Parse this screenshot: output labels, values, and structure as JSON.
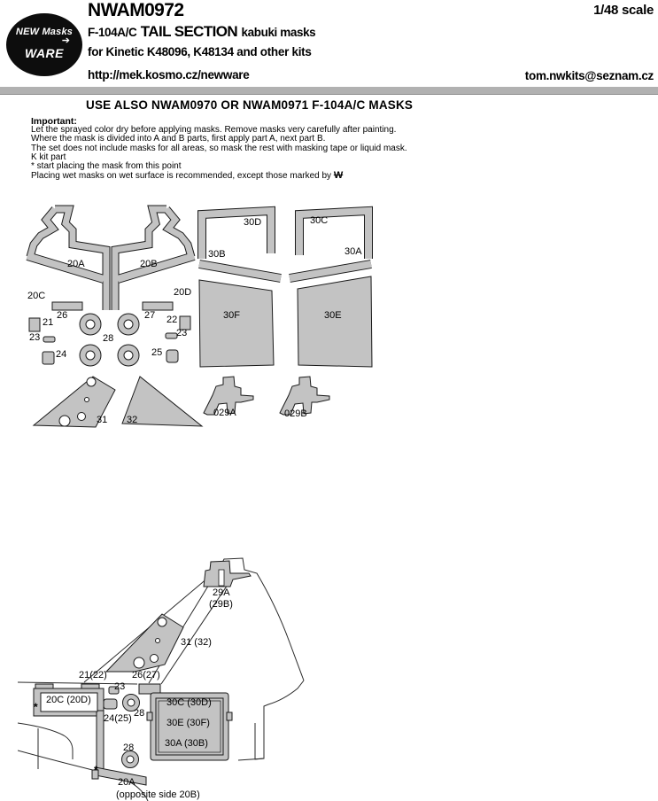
{
  "header": {
    "product_code": "NWAM0972",
    "scale_label": "1/48 scale",
    "title_model": "F-104A/C",
    "title_section": "TAIL SECTION",
    "title_type": "kabuki masks",
    "kits_line": "for Kinetic K48096, K48134 and other kits",
    "url": "http://mek.kosmo.cz/newware",
    "email": "tom.nwkits@seznam.cz",
    "logo": {
      "line1": "NEW Masks",
      "line2": "WARE",
      "arrow_icon": "➔"
    }
  },
  "notice": {
    "use_also": "USE ALSO NWAM0970 OR NWAM0971 F-104A/C MASKS",
    "important_label": "Important:",
    "lines": [
      "Let the sprayed color dry before applying masks. Remove masks very carefully after painting.",
      "Where the mask is divided into A and B parts, first apply part A, next part B.",
      "The set does not include masks for all areas, so mask the rest with masking tape or liquid mask.",
      "K kit part",
      "* start placing the mask from this point",
      "Placing wet masks on wet surface is recommended, except those marked by "
    ],
    "wet_mark": "W"
  },
  "top_diagram": {
    "labels": {
      "l20A": "20A",
      "l20B": "20B",
      "l20C": "20C",
      "l20D": "20D",
      "l21": "21",
      "l22": "22",
      "l23L": "23",
      "l23R": "23",
      "l24": "24",
      "l25": "25",
      "l26": "26",
      "l27": "27",
      "l28": "28",
      "l30A": "30A",
      "l30B": "30B",
      "l30C": "30C",
      "l30D": "30D",
      "l30E": "30E",
      "l30F": "30F",
      "l31": "31",
      "l32": "32",
      "l029A": "029A",
      "l029B": "029B"
    }
  },
  "bottom_diagram": {
    "labels": {
      "l29A": "29A",
      "l29B": "(29B)",
      "l31_32": "31 (32)",
      "l21_22": "21(22)",
      "l26_27": "26(27)",
      "l23": "23",
      "l20C_20D": "20C (20D)",
      "l28_upper": "28",
      "l24_25": "24(25)",
      "l30C_30D": "30C (30D)",
      "l30E_30F": "30E (30F)",
      "l30A_30B": "30A (30B)",
      "l28_lower": "28",
      "l20A": "20A",
      "l20A_note": "(opposite side  20B)",
      "star_left": "*",
      "star_bottom": "*"
    }
  },
  "colors": {
    "mask_fill": "#c3c3c3",
    "divider_bar": "#b1b1b1",
    "logo_bg": "#0d0d0d"
  }
}
